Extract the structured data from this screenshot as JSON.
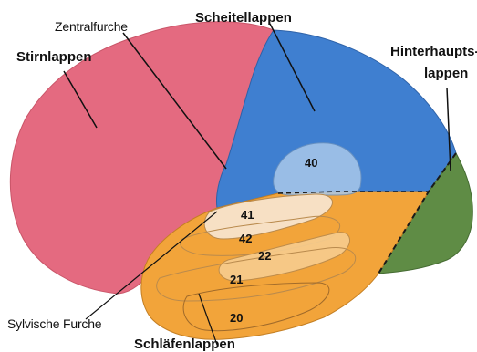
{
  "labels": {
    "stirnlappen": "Stirnlappen",
    "zentralfurche": "Zentralfurche",
    "scheitellappen": "Scheitellappen",
    "hinterhaupt_line1": "Hinterhaupts-",
    "hinterhaupt_line2": "lappen",
    "sylvische_furche": "Sylvische Furche",
    "schlaefenlappen": "Schläfenlappen"
  },
  "areas": {
    "a40": "40",
    "a41": "41",
    "a42": "42",
    "a22": "22",
    "a21": "21",
    "a20": "20"
  },
  "colors": {
    "frontal": "#e46a80",
    "parietal": "#3f7fd0",
    "occipital": "#5f8c45",
    "temporal": "#f2a43a",
    "area_highlight": "#f7e0c4",
    "background": "#ffffff"
  }
}
